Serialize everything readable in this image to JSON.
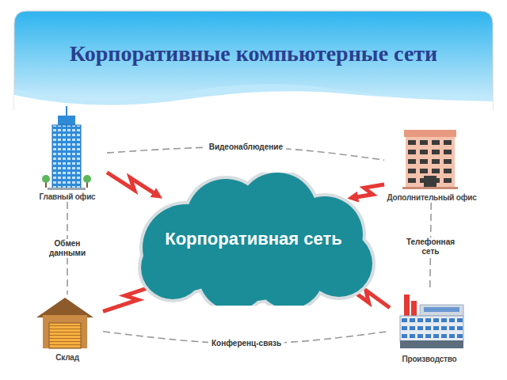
{
  "diagram": {
    "title": "Корпоративные компьютерные сети",
    "nodes": [
      {
        "text": [
          "Главный офис"
        ]
      },
      {
        "text": [
          "Дополнительный офис"
        ]
      },
      {
        "text": [
          "Корпоративная сеть"
        ]
      },
      {
        "text": [
          "Склад"
        ]
      },
      {
        "text": [
          "Производство"
        ]
      }
    ],
    "edges": [
      {
        "from": 0,
        "to": 1,
        "label": "Видеонаблюдение",
        "arrow": "none"
      },
      {
        "from": 0,
        "to": 3,
        "label": "Обмен данными",
        "arrow": "none"
      },
      {
        "from": 1,
        "to": 4,
        "label": "Телефонная сеть",
        "arrow": "none"
      },
      {
        "from": 3,
        "to": 4,
        "label": "Конференц-связь",
        "arrow": "none"
      },
      {
        "from": 0,
        "to": 2,
        "arrow": "to"
      },
      {
        "from": 1,
        "to": 2,
        "arrow": "to"
      },
      {
        "from": 3,
        "to": 2,
        "arrow": "to"
      },
      {
        "from": 4,
        "to": 2,
        "arrow": "to"
      }
    ]
  }
}
